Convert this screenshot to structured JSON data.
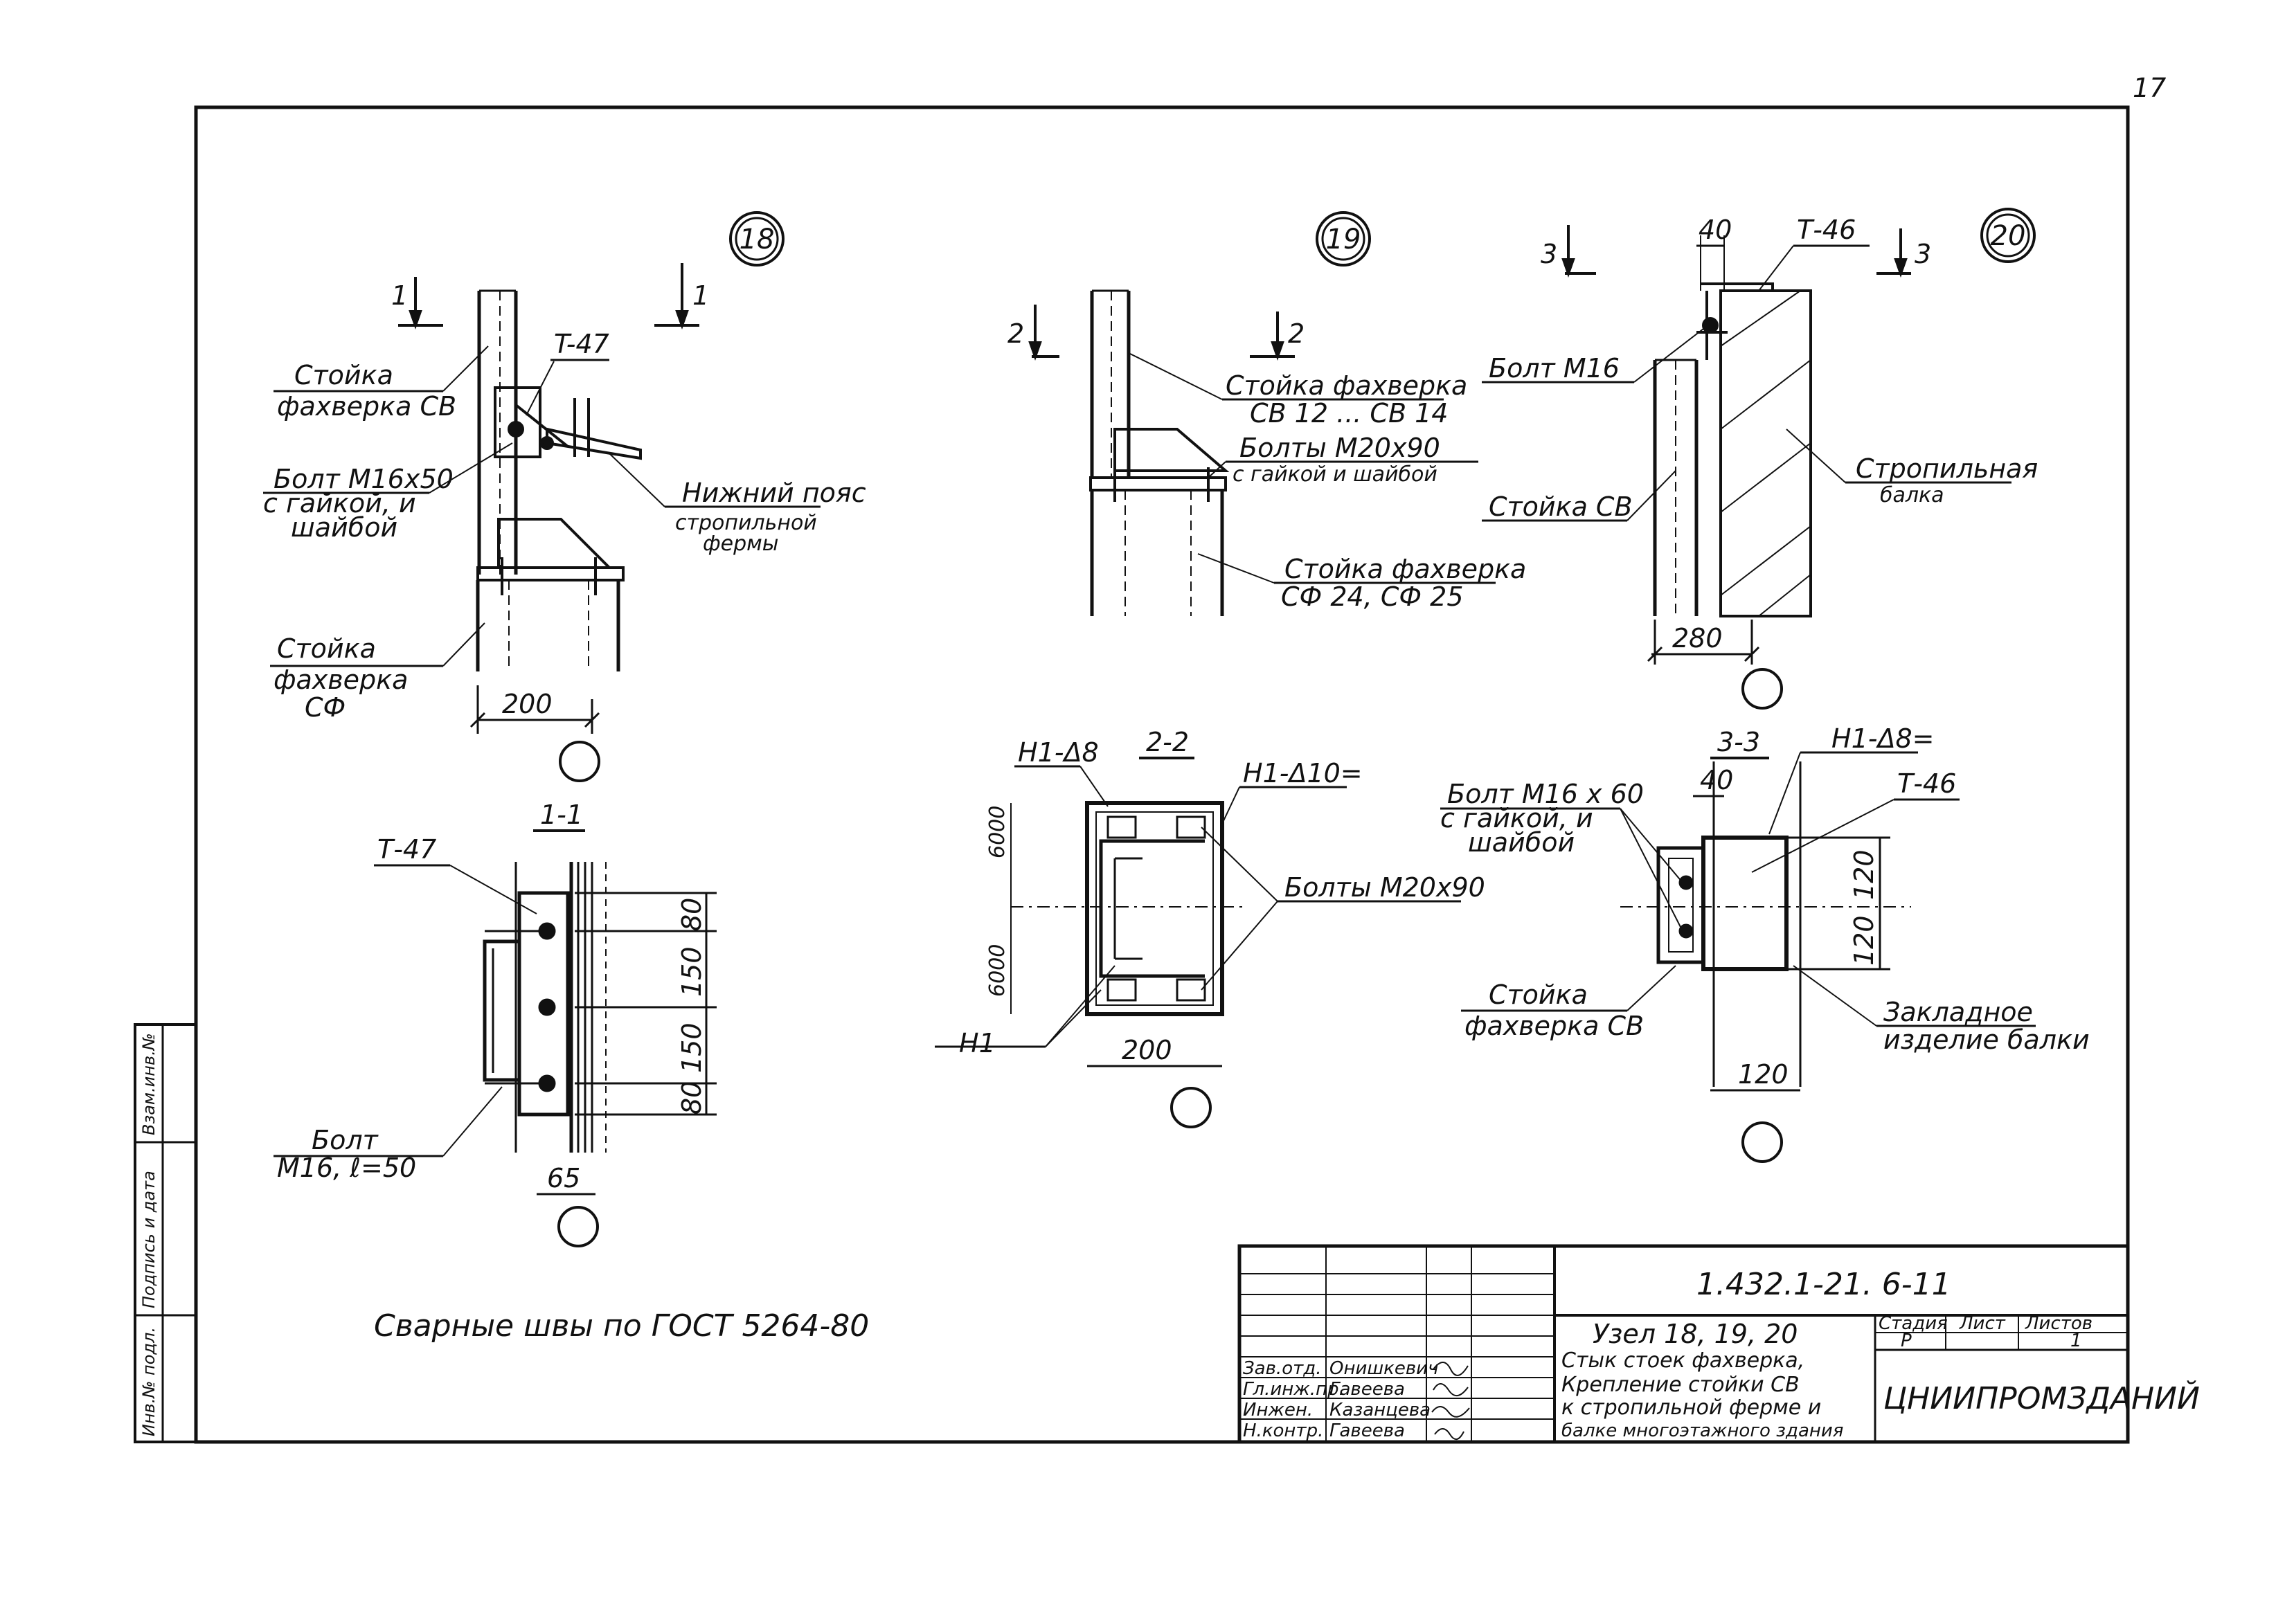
{
  "page_number": "17",
  "details": {
    "d18": {
      "number": "18",
      "section_mark": "1",
      "tag": "T-47",
      "post_cb": [
        "Стойка",
        "фахверка СВ"
      ],
      "bolt": [
        "Болт М16х50",
        "с гайкой, и",
        "шайбой"
      ],
      "chord": [
        "Нижний  пояс",
        "стропильной",
        "фермы"
      ],
      "post_cf": [
        "Стойка",
        "фахверка",
        "СФ"
      ],
      "dim": "200"
    },
    "d19": {
      "number": "19",
      "section_mark": "2",
      "post_top": [
        "Стойка  фахверка",
        "СВ 12 ... СВ 14"
      ],
      "bolts": [
        "Болты  М20х90",
        "с гайкой и шайбой"
      ],
      "post_bottom": [
        "Стойка  фахверка",
        "СФ 24, СФ 25"
      ]
    },
    "d20": {
      "number": "20",
      "section_mark": "3",
      "dim_top": "40",
      "tag": "Т-46",
      "bolt": "Болт  М16",
      "post": "Стойка  СВ",
      "beam": [
        "Стропильная",
        "балка"
      ],
      "dim": "280"
    }
  },
  "sections": {
    "s11": {
      "title": "1-1",
      "tag": "Т-47",
      "bolt": [
        "Болт",
        "М16,  ℓ=50"
      ],
      "dims": [
        "80",
        "150",
        "150",
        "80"
      ],
      "dim_bottom": "65"
    },
    "s22": {
      "title": "2-2",
      "weld_top": "Н1-Δ8",
      "weld_right": "Н1-Δ10=",
      "weld_bottom": "Н1",
      "bolts": "Болты  М20х90",
      "dim_v1": "6000",
      "dim_v2": "6000",
      "dim": "200"
    },
    "s33": {
      "title": "3-3",
      "weld": "Н1-Δ8=",
      "dim_top": "40",
      "tag": "Т-46",
      "bolt": [
        "Болт  М16 х 60",
        "с гайкой, и",
        "шайбой"
      ],
      "post": [
        "Стойка",
        "фахверка СВ"
      ],
      "embed": [
        "Закладное",
        "изделие    балки"
      ],
      "dims": [
        "120",
        "120"
      ],
      "dim_bottom": "120"
    }
  },
  "note": "Сварные   швы   по  ГОСТ 5264-80",
  "side_stamp": [
    "Инв.№ подл.",
    "Подпись и дата",
    "Взам.инв.№"
  ],
  "title_block": {
    "code": "1.432.1-21. 6-11",
    "title": [
      "Узел  18, 19, 20",
      "Стык  стоек  фахверка,",
      "Крепление  стойки  СВ",
      "к стропильной  ферме  и",
      "балке  многоэтажного здания"
    ],
    "stage_header": "Стадия",
    "sheet_header": "Лист",
    "sheets_header": "Листов",
    "stage": "Р",
    "sheet": "",
    "sheets": "1",
    "org": "ЦНИИПРОМЗДАНИЙ",
    "roles": [
      {
        "role": "Зав.отд.",
        "name": "Онишкевич"
      },
      {
        "role": "Гл.инж.пр.",
        "name": "Гавеева"
      },
      {
        "role": "Инжен.",
        "name": "Казанцева"
      },
      {
        "role": "Н.контр.",
        "name": "Гавеева"
      }
    ]
  }
}
